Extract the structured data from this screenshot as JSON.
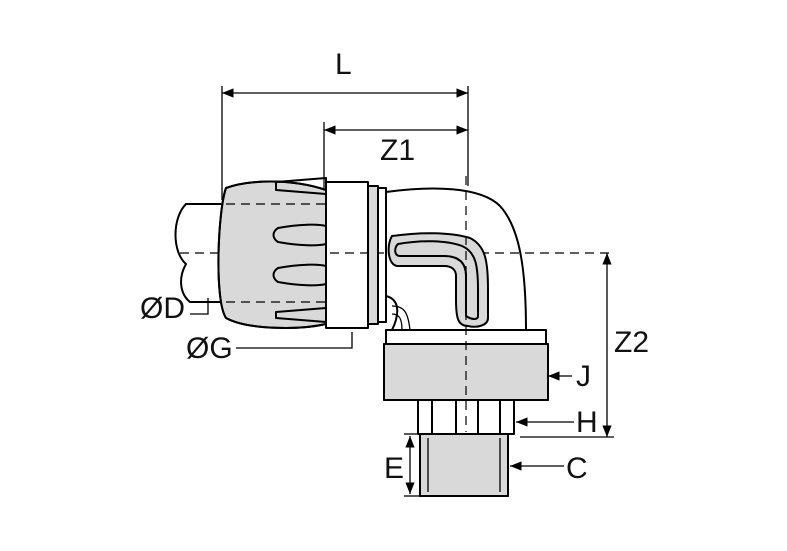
{
  "labels": {
    "L": "L",
    "Z1": "Z1",
    "Z2": "Z2",
    "OD": "ØD",
    "OG": "ØG",
    "J": "J",
    "H": "H",
    "E": "E",
    "C": "C"
  },
  "colors": {
    "line": "#000000",
    "shade": "#d9d9d9",
    "background": "#ffffff"
  }
}
